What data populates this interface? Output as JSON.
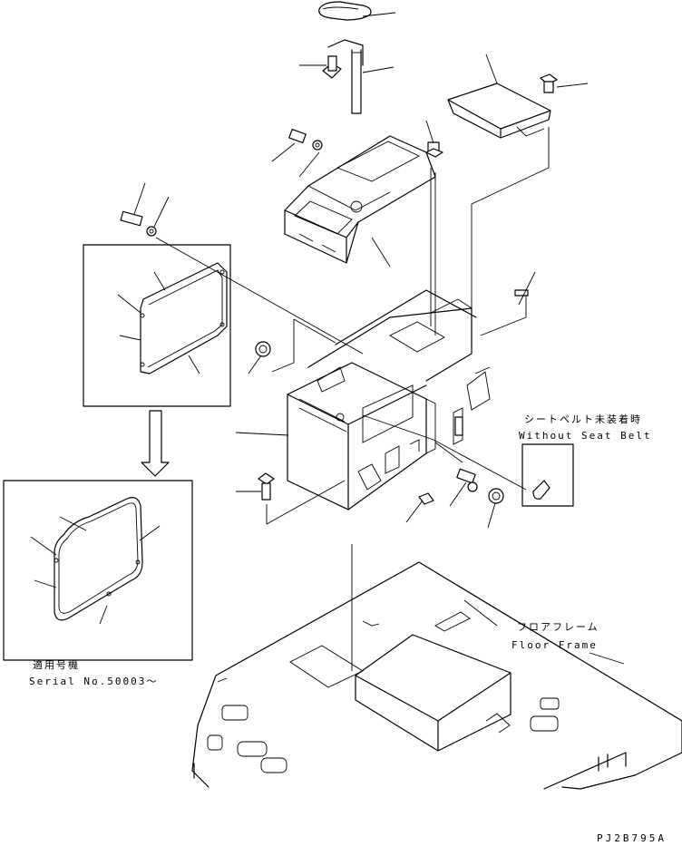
{
  "labels": {
    "seat_belt_jp": "シートベルト未装着時",
    "seat_belt_en": "Without Seat Belt",
    "floor_frame_jp": "フロアフレーム",
    "floor_frame_en": "Floor Frame",
    "serial_jp": "適用号機",
    "serial_en": "Serial No.50003～",
    "drawing_code": "PJ2B795A"
  }
}
